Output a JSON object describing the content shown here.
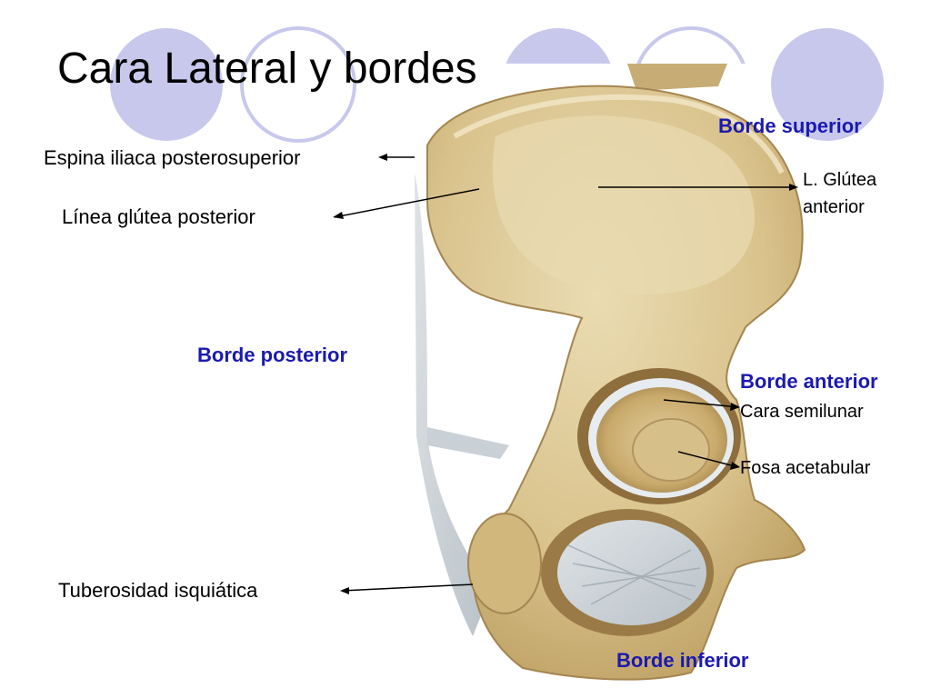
{
  "slide": {
    "title": "Cara Lateral y bordes",
    "accent_circle_color": "#c8c8ec",
    "heading_color": "#1a1ab0"
  },
  "figure": {
    "image_subject": "hueso coxal, vista lateral",
    "labels": {
      "espina": "Espina iliaca posterosuperior",
      "linea_posterior": "Línea glútea posterior",
      "borde_superior": "Borde superior",
      "linea_anterior_1": "L. Glútea",
      "linea_anterior_2": "anterior",
      "borde_posterior": "Borde posterior",
      "borde_anterior": "Borde anterior",
      "cara_semilunar": "Cara semilunar",
      "fosa_acetabular": "Fosa acetabular",
      "tuberosidad": "Tuberosidad isquiática",
      "borde_inferior": "Borde inferior"
    }
  }
}
